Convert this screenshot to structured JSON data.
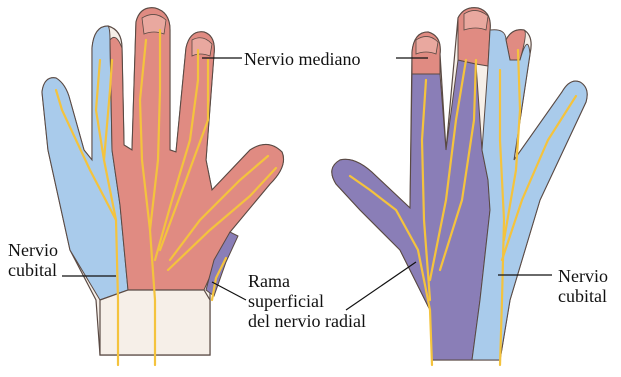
{
  "labels": {
    "nervio_mediano": "Nervio mediano",
    "nervio_cubital_left": [
      "Nervio",
      "cubital"
    ],
    "rama_superficial": [
      "Rama",
      "superficial",
      "del nervio radial"
    ],
    "nervio_cubital_right": [
      "Nervio",
      "cubital"
    ]
  },
  "colors": {
    "skin": "#f6efe8",
    "median_region": "#e08b82",
    "ulnar_region": "#a9cbeb",
    "radial_region": "#8a7eb7",
    "nerve": "#f4c33d",
    "outline": "#5a4a44",
    "leader": "#111111"
  }
}
